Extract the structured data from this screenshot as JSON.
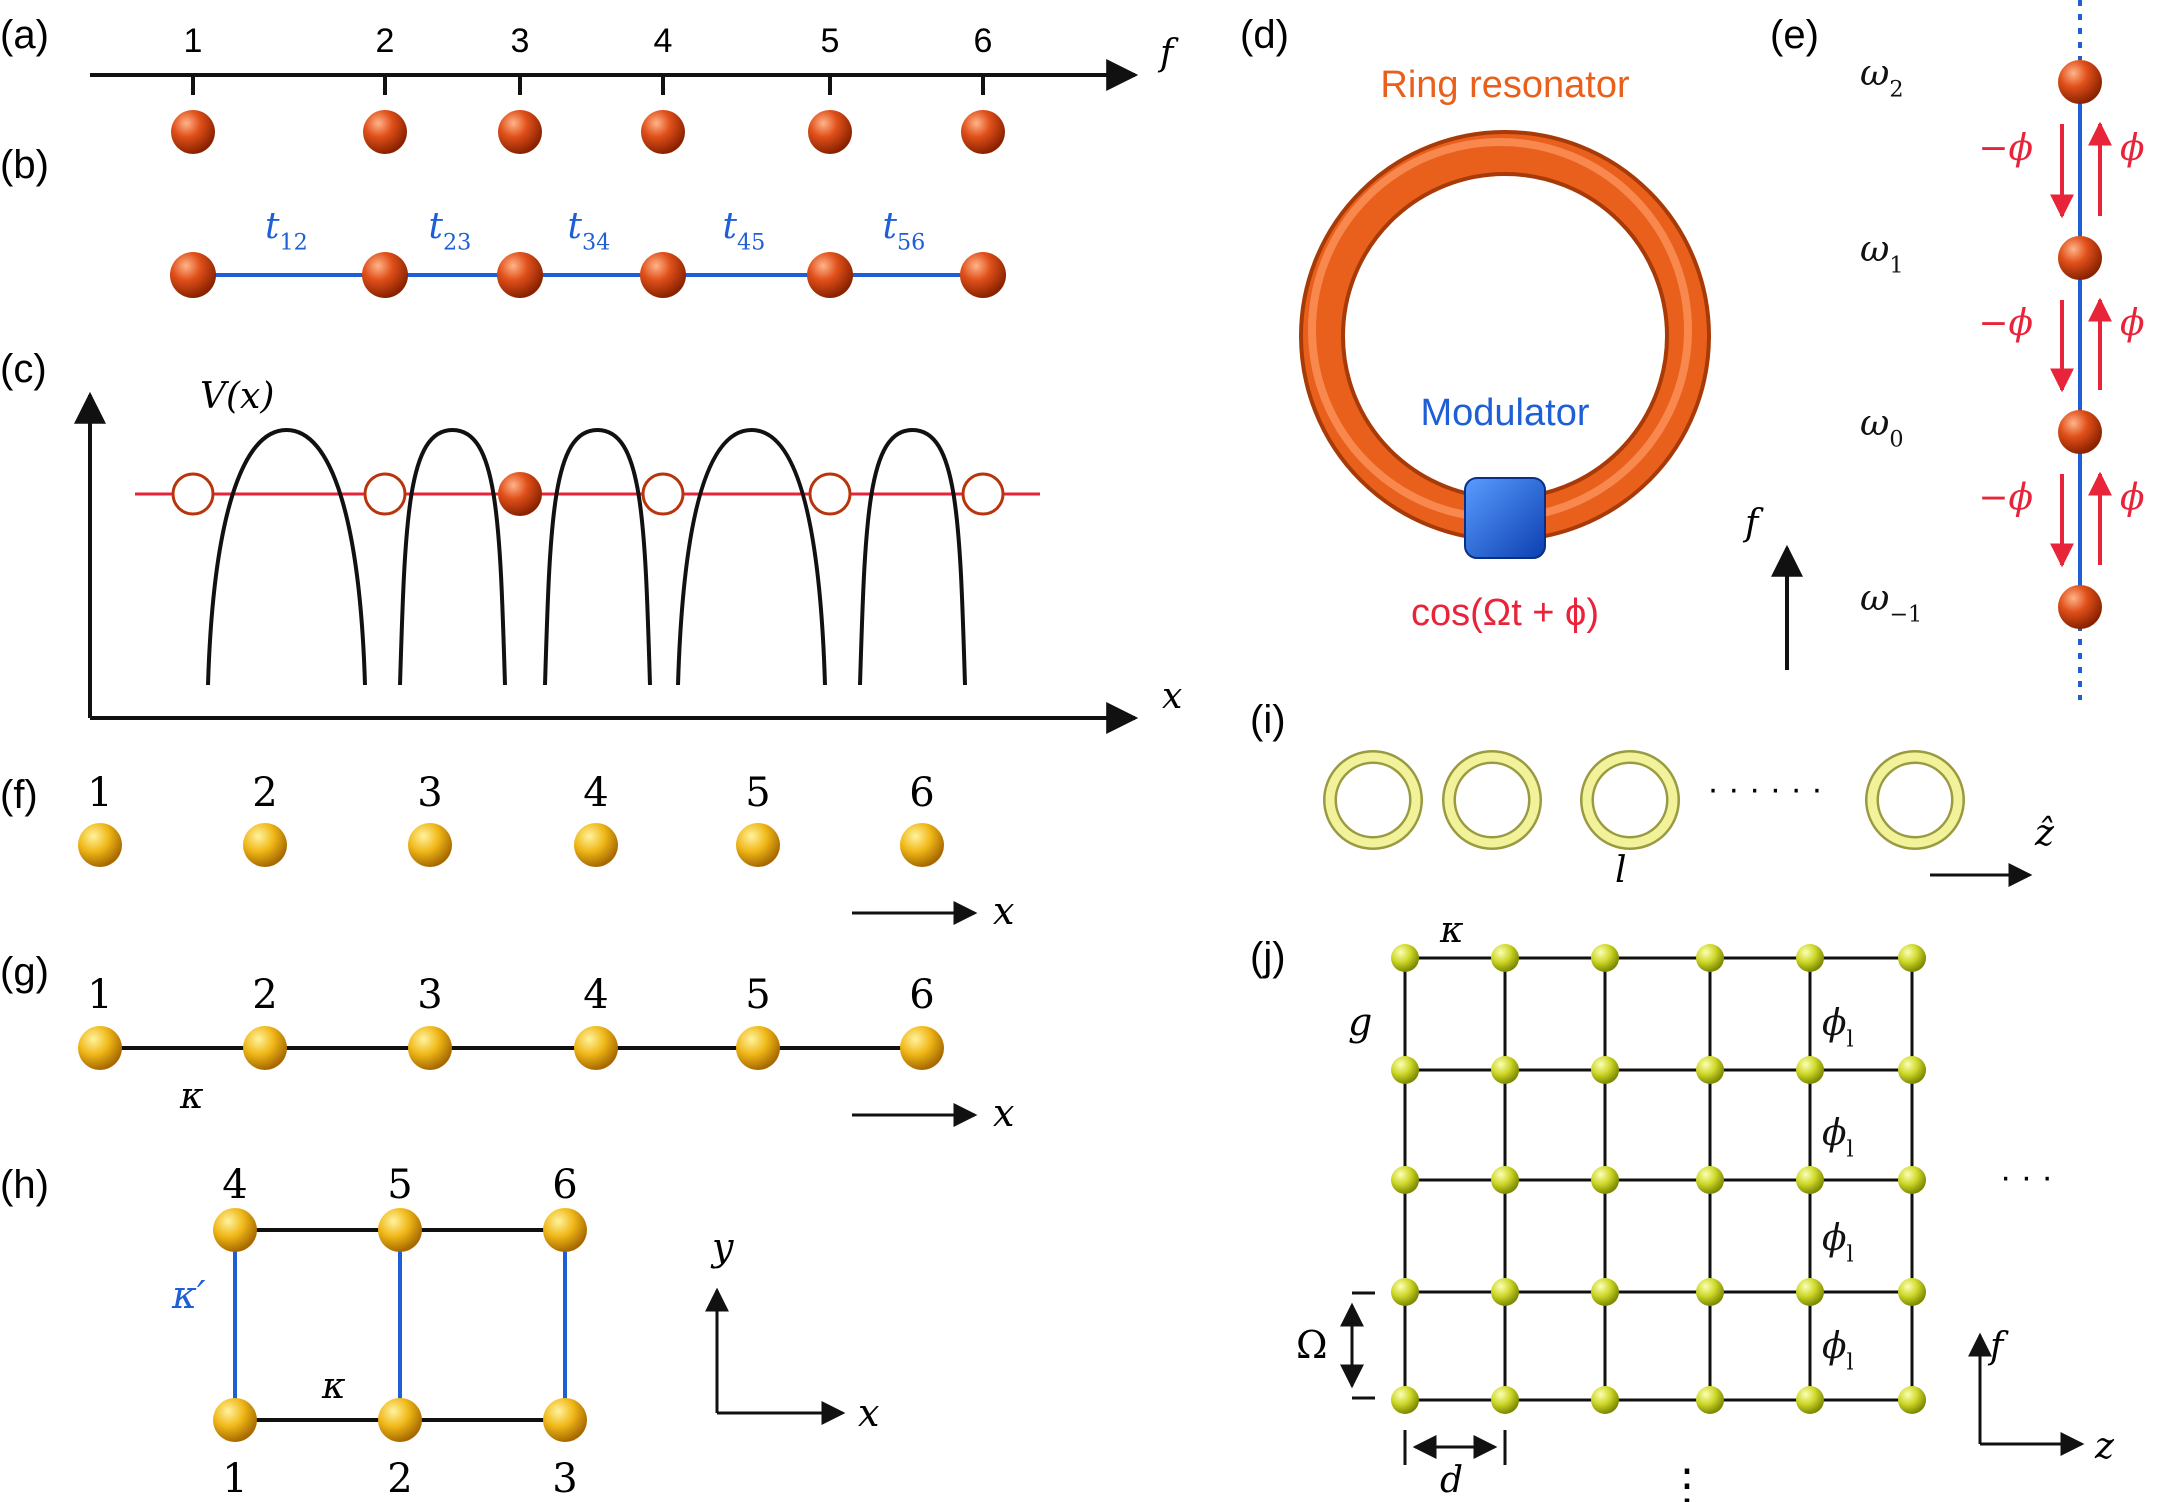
{
  "panels": {
    "a": {
      "label": "(a)",
      "node_numbers": [
        "1",
        "2",
        "3",
        "4",
        "5",
        "6"
      ],
      "axis_label": "f"
    },
    "b": {
      "label": "(b)",
      "couplings": [
        {
          "base": "t",
          "sub": "12"
        },
        {
          "base": "t",
          "sub": "23"
        },
        {
          "base": "t",
          "sub": "34"
        },
        {
          "base": "t",
          "sub": "45"
        },
        {
          "base": "t",
          "sub": "56"
        }
      ]
    },
    "c": {
      "label": "(c)",
      "potential_label": "V(x)",
      "x_axis_label": "x"
    },
    "d": {
      "label": "(d)",
      "ring_label": "Ring resonator",
      "modulator_label": "Modulator",
      "drive_label": "cos(Ωt + ϕ)"
    },
    "e": {
      "label": "(e)",
      "freq_levels": [
        {
          "base": "ω",
          "sub": "2"
        },
        {
          "base": "ω",
          "sub": "1"
        },
        {
          "base": "ω",
          "sub": "0"
        },
        {
          "base": "ω",
          "sub": "−1"
        }
      ],
      "down_phase": "−ϕ",
      "up_phase": "ϕ",
      "axis_label": "f"
    },
    "f": {
      "label": "(f)",
      "node_numbers": [
        "1",
        "2",
        "3",
        "4",
        "5",
        "6"
      ],
      "axis_label": "x"
    },
    "g": {
      "label": "(g)",
      "node_numbers": [
        "1",
        "2",
        "3",
        "4",
        "5",
        "6"
      ],
      "coupling_label": "κ",
      "axis_label": "x"
    },
    "h": {
      "label": "(h)",
      "top_numbers": [
        "4",
        "5",
        "6"
      ],
      "bottom_numbers": [
        "1",
        "2",
        "3"
      ],
      "coupling_label": "κ",
      "vertical_coupling_label": "κ′",
      "x_axis_label": "x",
      "y_axis_label": "y"
    },
    "i": {
      "label": "(i)",
      "dots": "· · · · · ·",
      "spacing_label": "l",
      "axis_label": "ẑ"
    },
    "j": {
      "label": "(j)",
      "kappa_label": "κ",
      "g_label": "g",
      "phase_label": {
        "base": "ϕ",
        "sub": "l"
      },
      "omega_label": "Ω",
      "d_label": "d",
      "ellipsis_right": "· · ·",
      "ellipsis_bottom": "⋮",
      "f_label": "f",
      "z_label": "z"
    }
  },
  "colors": {
    "orange_node": "#d9480f",
    "ring": "#e8601c",
    "blue": "#1f5fd6",
    "red": "#e8243a",
    "yellow_node": "#e0b21a",
    "green_node": "#c8d62a",
    "ring_yellow": "#f0f08a"
  }
}
